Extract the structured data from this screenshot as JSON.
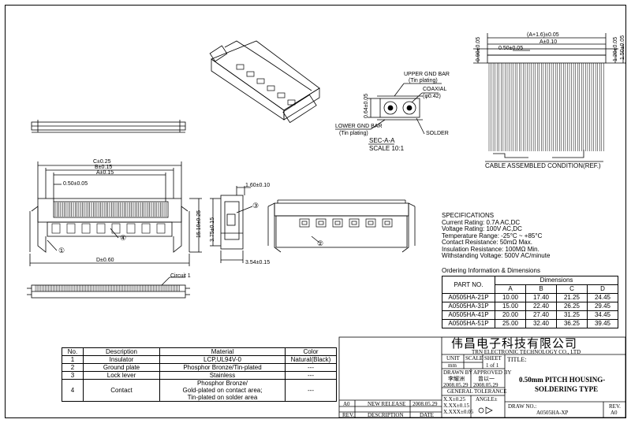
{
  "top_view": {
    "dim_c": "C±0.25",
    "dim_b": "B±0.15",
    "dim_a": "A±0.15",
    "dim_pitch": "0.50±0.05",
    "dim_d": "D±0.60",
    "dim_height": "15.10±0.25",
    "callout_1": "①",
    "callout_4": "④"
  },
  "side_view": {
    "dim_top": "1.60±0.10",
    "dim_height": "3.75±0.15",
    "dim_bottom": "3.54±0.15",
    "callout_3": "③"
  },
  "front_view": {
    "callout_2": "②"
  },
  "bottom_view": {
    "circuit_label": "Circuit 1"
  },
  "section_view": {
    "upper_bar": "UPPER GND BAR",
    "upper_plating": "(Tin plating)",
    "coaxial": "COAXIAL",
    "coaxial_dia": "(φ0.42)",
    "height": "0.64±0.05",
    "solder": "SOLDER",
    "lower_bar": "LOWER GND BAR",
    "lower_plating": "(Tin plating)",
    "section_name": "SEC-A-A",
    "scale": "SCALE 10:1"
  },
  "cable_view": {
    "dim_a_plus": "(A+1.6)±0.05",
    "dim_a": "A±0.10",
    "dim_pitch": "0.50±0.05",
    "dim_left": "0.90±0.05",
    "dim_right1": "1.20±0.05",
    "dim_right2": "1.50±0.05",
    "title": "CABLE ASSEMBLED CONDITION(REF.)"
  },
  "specifications": {
    "heading": "SPECIFICATIONS",
    "lines": [
      "Current Rating: 0.7A AC,DC",
      "Voltage Rating: 100V AC,DC",
      "Temperature Range: -25°C ~ +85°C",
      "Contact Resistance: 50mΩ Max.",
      "Insulation Resistance: 100MΩ Min.",
      "Withstanding Voltage: 500V AC/minute"
    ]
  },
  "ordering": {
    "heading": "Ordering Information & Dimensions",
    "part_header": "PART NO.",
    "dim_header": "Dimensions",
    "cols": [
      "A",
      "B",
      "C",
      "D"
    ],
    "rows": [
      {
        "part": "A0505HA-21P",
        "a": "10.00",
        "b": "17.40",
        "c": "21.25",
        "d": "24.45"
      },
      {
        "part": "A0505HA-31P",
        "a": "15.00",
        "b": "22.40",
        "c": "26.25",
        "d": "29.45"
      },
      {
        "part": "A0505HA-41P",
        "a": "20.00",
        "b": "27.40",
        "c": "31.25",
        "d": "34.45"
      },
      {
        "part": "A0505HA-51P",
        "a": "25.00",
        "b": "32.40",
        "c": "36.25",
        "d": "39.45"
      }
    ]
  },
  "bom": {
    "headers": [
      "No.",
      "Description",
      "Material",
      "Color"
    ],
    "rows": [
      {
        "no": "1",
        "desc": "Insulator",
        "mat": "LCP,UL94V-0",
        "color": "Natural(Black)"
      },
      {
        "no": "2",
        "desc": "Ground plate",
        "mat": "Phosphor Bronze/Tin-plated",
        "color": "---"
      },
      {
        "no": "3",
        "desc": "Lock lever",
        "mat": "Stainless",
        "color": "---"
      },
      {
        "no": "4",
        "desc": "Contact",
        "mat1": "Phosphor Bronze/",
        "mat2": "Gold-plated on contact area;",
        "mat3": "Tin-plated on solder area",
        "color": "---"
      }
    ]
  },
  "title_block": {
    "company_cn": "伟昌电子科技有限公司",
    "company_en": "TRN ELECTRONIC TECHNOLOGY CO., LTD",
    "unit_label": "UNIT",
    "unit_value": "mm",
    "scale_label": "SCALE",
    "sheet_label": "SHEET",
    "sheet_value": "1 of 1",
    "title_label": "TITLE:",
    "title_line1": "0.50mm PITCH HOUSING-",
    "title_line2": "SOLDERING TYPE",
    "drawn_label": "DRAWN BY",
    "drawn_name": "李耀洲",
    "drawn_date": "2008.05.29",
    "approved_label": "APPROVED BY",
    "approved_name": "曾以一",
    "approved_date": "2008.05.29",
    "tol_label": "GENERAL TOLERANCE",
    "tol1": "X.X±0.25",
    "tol2": "X.XX±0.15",
    "tol3": "X.XXX±0.05",
    "angle_label": "ANGLE±",
    "draw_no_label": "DRAW NO.:",
    "draw_no": "A0505HA-XP",
    "rev_label": "REV.",
    "rev_value": "A0",
    "rev_col": "A0",
    "rev_desc": "NEW RELEASE",
    "rev_date": "2008.05.29",
    "rev_footer_rev": "REV.",
    "rev_footer_desc": "DESCRIPTION",
    "rev_footer_date": "DATE"
  }
}
